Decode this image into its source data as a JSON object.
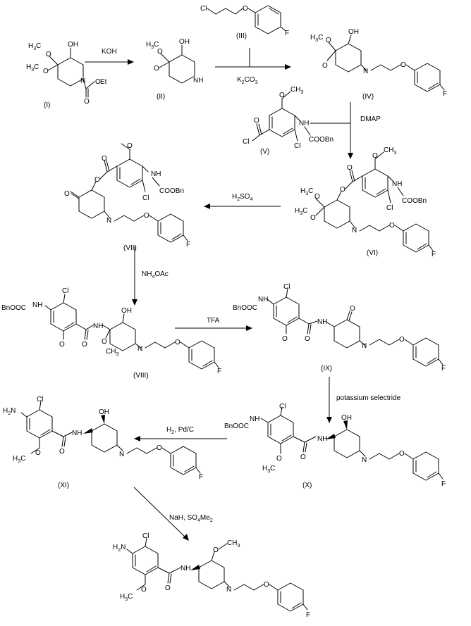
{
  "compounds": {
    "I": "(I)",
    "II": "(II)",
    "III": "(III)",
    "IV": "(IV)",
    "V": "(V)",
    "VI": "(VI)",
    "VII": "(VII)",
    "VIII": "(VIII)",
    "IX": "(IX)",
    "X": "(X)",
    "XI": "(XI)"
  },
  "reagents": {
    "koh": "KOH",
    "k2co3_k": "K",
    "k2co3_2": "2",
    "k2co3_co": "CO",
    "k2co3_3": "3",
    "dmap": "DMAP",
    "h2so4_h": "H",
    "h2so4_2": "2",
    "h2so4_so": "SO",
    "h2so4_4": "4",
    "nh4oac_nh": "NH",
    "nh4oac_4": "4",
    "nh4oac_oac": "OAc",
    "tfa": "TFA",
    "selectride": "potassium selectride",
    "h2pdc_h": "H",
    "h2pdc_2": "2",
    "h2pdc_rest": ", Pd/C",
    "nah_a": "NaH, SO",
    "nah_4": "4",
    "nah_me": "Me",
    "nah_2": "2"
  },
  "atoms": {
    "O": "O",
    "OH": "OH",
    "N": "N",
    "NH": "NH",
    "F": "F",
    "Cl": "Cl",
    "H3C_H": "H",
    "H3C_3": "3",
    "H3C_C": "C",
    "CH3_CH": "CH",
    "CH3_3": "3",
    "Et": "Et",
    "COOBn": "COOBn",
    "BnOOC": "BnOOC",
    "H2N_H": "H",
    "H2N_2": "2",
    "H2N_N": "N"
  }
}
